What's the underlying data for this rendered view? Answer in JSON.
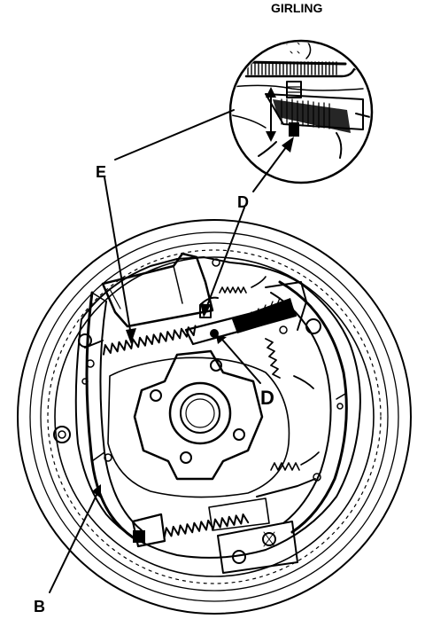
{
  "header": {
    "brand": "GIRLING"
  },
  "labels": {
    "e": "E",
    "d_upper": "D",
    "d_lower": "D",
    "b": "B"
  },
  "colors": {
    "ink": "#000000",
    "paper": "#ffffff"
  }
}
